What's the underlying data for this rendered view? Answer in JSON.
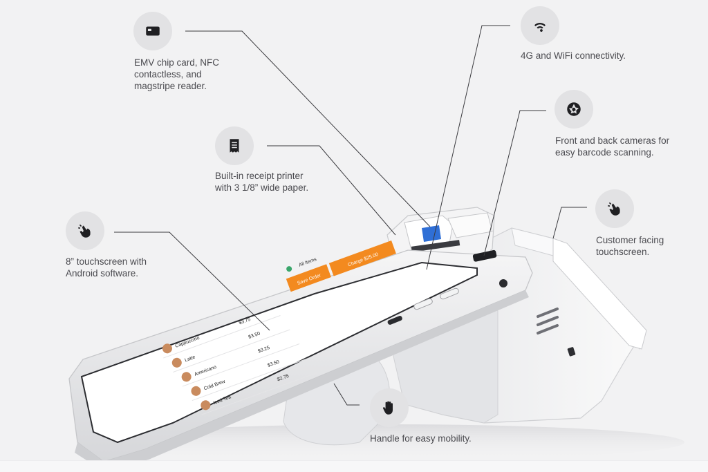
{
  "callouts": {
    "emv": {
      "icon": "card-icon",
      "lines": [
        "EMV chip card, NFC",
        "contactless, and",
        "magstripe reader."
      ]
    },
    "connectivity": {
      "icon": "wifi-icon",
      "lines": [
        "4G and WiFi connectivity."
      ]
    },
    "cameras": {
      "icon": "camera-aperture-icon",
      "lines": [
        "Front and back cameras for",
        "easy barcode scanning."
      ]
    },
    "printer": {
      "icon": "receipt-icon",
      "lines": [
        "Built-in receipt printer",
        "with 3 1/8” wide paper."
      ]
    },
    "touchscreen": {
      "icon": "touch-hand-icon",
      "lines": [
        "8” touchscreen with",
        "Android software."
      ]
    },
    "customer": {
      "icon": "touch-hand-icon",
      "lines": [
        "Customer facing",
        "touchscreen."
      ]
    },
    "handle": {
      "icon": "open-hand-icon",
      "lines": [
        "Handle for easy mobility."
      ]
    }
  },
  "screen": {
    "header_title": "All Items",
    "charge_amount": "$25.00",
    "button_left": "Save Order",
    "button_right": "Charge $25.00",
    "items": [
      {
        "name": "Cappuccino",
        "price": "$3.75"
      },
      {
        "name": "Latte",
        "price": "$3.50"
      },
      {
        "name": "Americano",
        "price": "$3.25"
      },
      {
        "name": "Cold Brew",
        "price": "$3.50"
      },
      {
        "name": "Iced Tea",
        "price": "$2.75"
      }
    ]
  },
  "colors": {
    "background": "#f2f2f3",
    "icon_circle": "#e2e2e4",
    "icon_glyph": "#1f1f22",
    "text": "#4a4a4f",
    "leader_line": "#3a3a3e",
    "screen_accent": "#f38a1f",
    "screen_green": "#3aa66b",
    "device_body": "#e9eaec"
  }
}
